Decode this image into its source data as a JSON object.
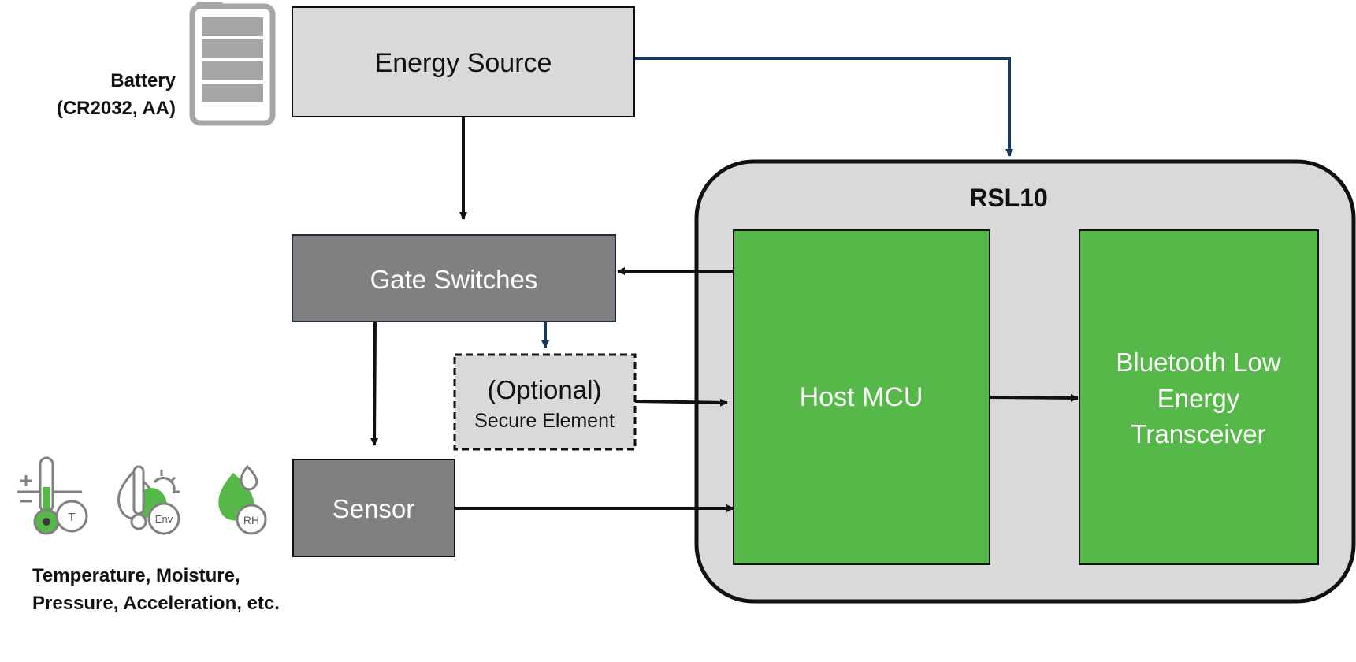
{
  "battery": {
    "label_line1": "Battery",
    "label_line2": "(CR2032, AA)"
  },
  "blocks": {
    "energy_source": "Energy Source",
    "gate_switches": "Gate Switches",
    "secure_element_line1": "(Optional)",
    "secure_element_line2": "Secure Element",
    "sensor": "Sensor",
    "rsl10": "RSL10",
    "host_mcu": "Host MCU",
    "ble_line1": "Bluetooth Low",
    "ble_line2": "Energy",
    "ble_line3": "Transceiver"
  },
  "sensor_icons": {
    "temperature_badge": "T",
    "environment_badge": "Env",
    "humidity_badge": "RH"
  },
  "sensor_caption": {
    "line1": "Temperature, Moisture,",
    "line2": "Pressure, Acceleration, etc."
  },
  "colors": {
    "light_gray": "#d9d9d9",
    "dark_gray": "#808080",
    "green": "#57b84a",
    "navy_arrow": "#17375e",
    "black": "#111111"
  }
}
